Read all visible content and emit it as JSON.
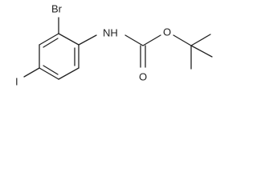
{
  "diagram": {
    "type": "skeletal-chemical-structure",
    "atoms": {
      "br": "Br",
      "nh": "NH",
      "i": "I",
      "o_ether": "O",
      "o_carbonyl": "O"
    }
  }
}
